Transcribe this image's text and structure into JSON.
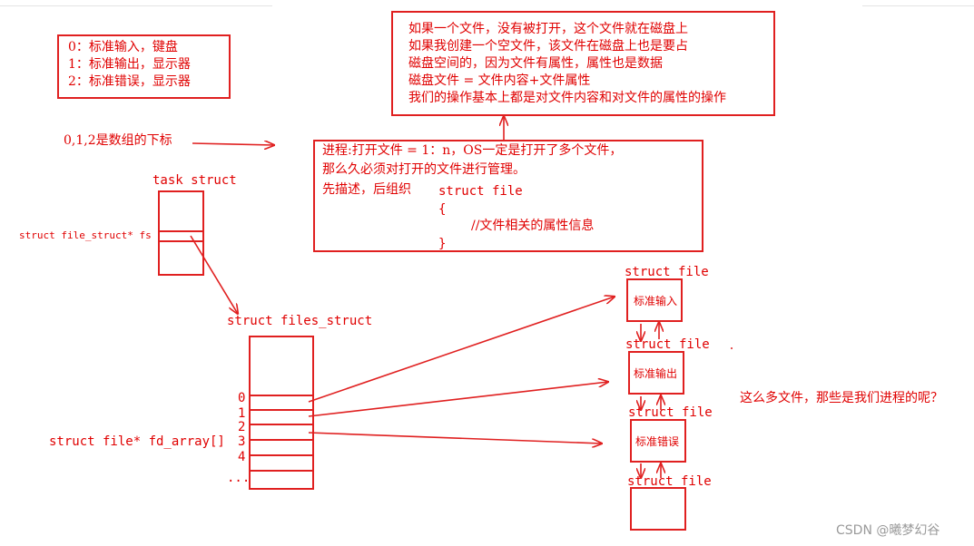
{
  "std_streams": {
    "lines": [
      "0：标准输入，键盘",
      "1：标准输出，显示器",
      "2：标准错误，显示器"
    ]
  },
  "array_note": "0,1,2是数组的下标",
  "top_note": {
    "lines": [
      "如果一个文件，没有被打开，这个文件就在磁盘上",
      "如果我创建一个空文件，该文件在磁盘上也是要占",
      "磁盘空间的，因为文件有属性，属性也是数据",
      "磁盘文件 = 文件内容+文件属性",
      "我们的操作基本上都是对文件内容和对文件的属性的操作"
    ]
  },
  "process_note": {
    "line1": "进程:打开文件 = 1：n，OS一定是打开了多个文件，",
    "line2": "那么久必须对打开的文件进行管理。",
    "line3": "先描述，后组织",
    "code": [
      "struct file",
      "{",
      "//文件相关的属性信息",
      "}"
    ]
  },
  "task_struct": {
    "title": "task struct",
    "field_label": "struct file_struct* fs"
  },
  "files_struct": {
    "title": "struct files_struct",
    "indices": [
      "0",
      "1",
      "2",
      "3",
      "4",
      "..."
    ],
    "array_label": "struct file* fd_array[]"
  },
  "file_nodes": [
    {
      "title": "struct file",
      "content": "标准输入"
    },
    {
      "title": "struct file",
      "content": "标准输出"
    },
    {
      "title": "struct file",
      "content": "标准错误"
    },
    {
      "title": "struct file",
      "content": ""
    }
  ],
  "question": "这么多文件，那些是我们进程的呢？",
  "watermark": "CSDN @曦梦幻谷",
  "colors": {
    "ink": "#e00000",
    "watermark": "#9a9a9a"
  }
}
